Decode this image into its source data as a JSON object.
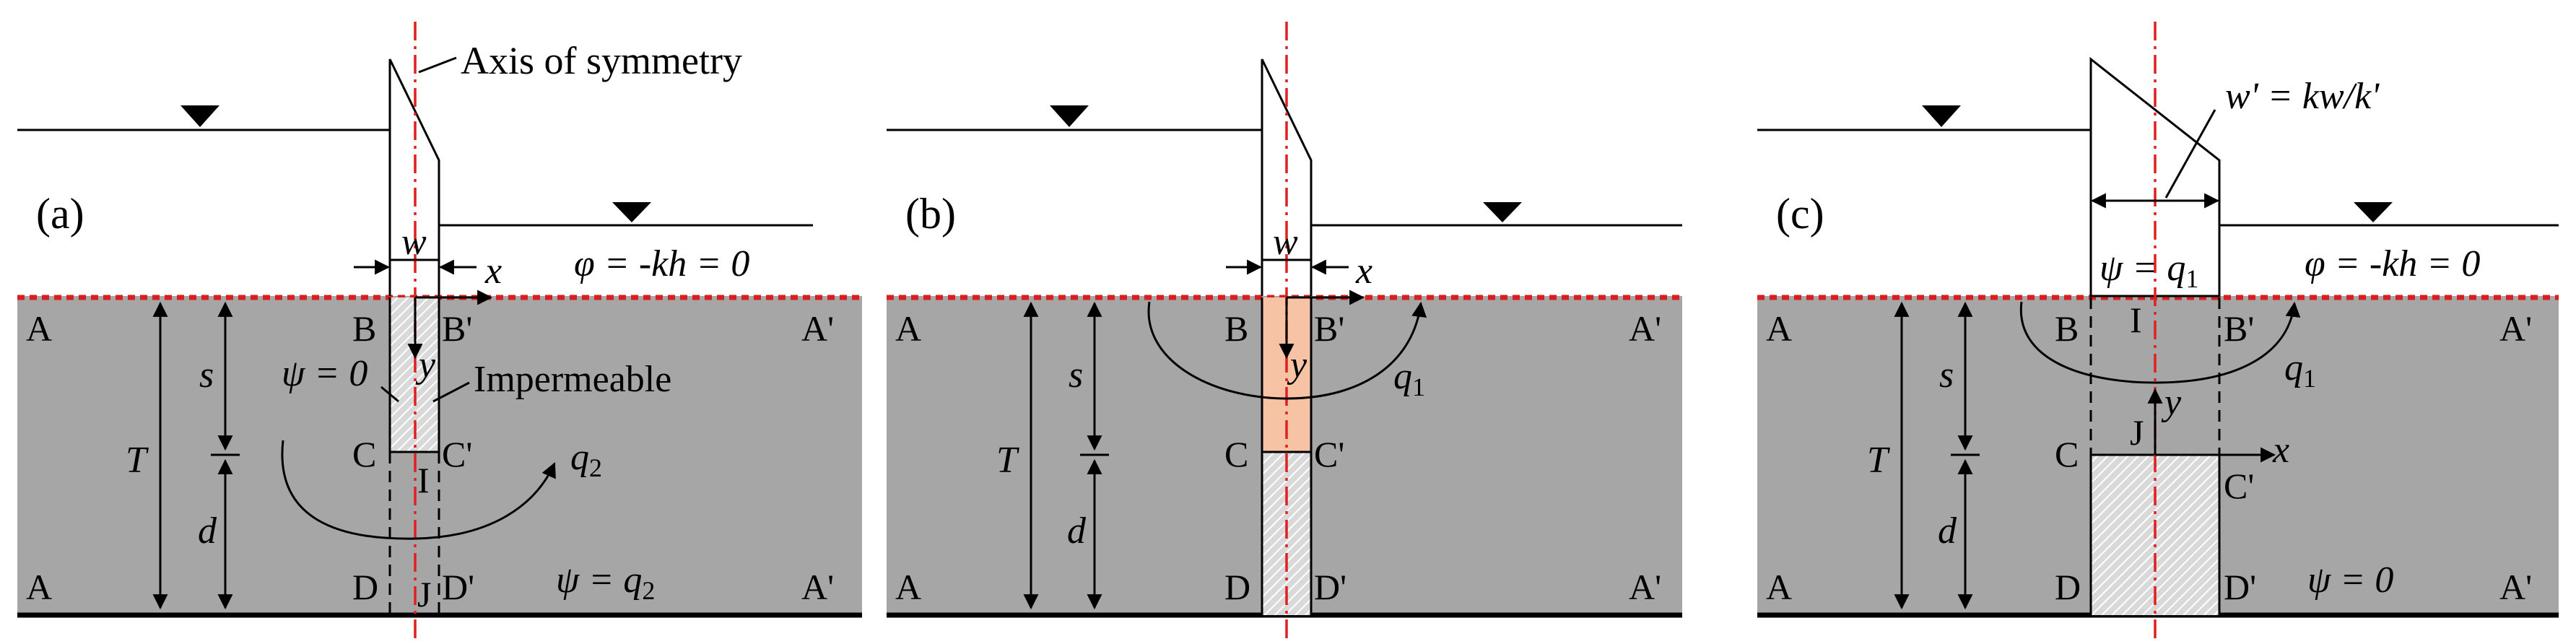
{
  "panels": [
    {
      "id": "a",
      "tag": "(a)",
      "axis_of_symmetry": "Axis of symmetry",
      "w": "w",
      "x": "x",
      "y": "y",
      "top_condition": "φ = -kh = 0",
      "A": "A",
      "A_prime": "A'",
      "B": "B",
      "B_prime": "B'",
      "C": "C",
      "C_prime": "C'",
      "D": "D",
      "D_prime": "D'",
      "I": "I",
      "J": "J",
      "s": "s",
      "T": "T",
      "d": "d",
      "psi_left": "ψ = 0",
      "impermeable": "Impermeable",
      "q_label": "q",
      "q_sub": "2",
      "bottom_condition_prefix": "ψ = q",
      "bottom_condition_sub": "2"
    },
    {
      "id": "b",
      "tag": "(b)",
      "w": "w",
      "x": "x",
      "y": "y",
      "A": "A",
      "A_prime": "A'",
      "B": "B",
      "B_prime": "B'",
      "C": "C",
      "C_prime": "C'",
      "D": "D",
      "D_prime": "D'",
      "s": "s",
      "T": "T",
      "d": "d",
      "q_label": "q",
      "q_sub": "1"
    },
    {
      "id": "c",
      "tag": "(c)",
      "width_formula": "w' = kw/k'",
      "psi_top_prefix": "ψ = q",
      "psi_top_sub": "1",
      "top_condition": "φ = -kh = 0",
      "A": "A",
      "A_prime": "A'",
      "B": "B",
      "B_prime": "B'",
      "C": "C",
      "C_prime": "C'",
      "D": "D",
      "D_prime": "D'",
      "I": "I",
      "J": "J",
      "x": "x",
      "y": "y",
      "s": "s",
      "T": "T",
      "d": "d",
      "q_label": "q",
      "q_sub": "1",
      "bottom_condition": "ψ = 0"
    }
  ],
  "colors": {
    "soil": "#a6a6a6",
    "symmetry_axis": "#e02020",
    "seepage_surface": "#d81e1e",
    "highlight_zone": "#f6c3a5"
  }
}
